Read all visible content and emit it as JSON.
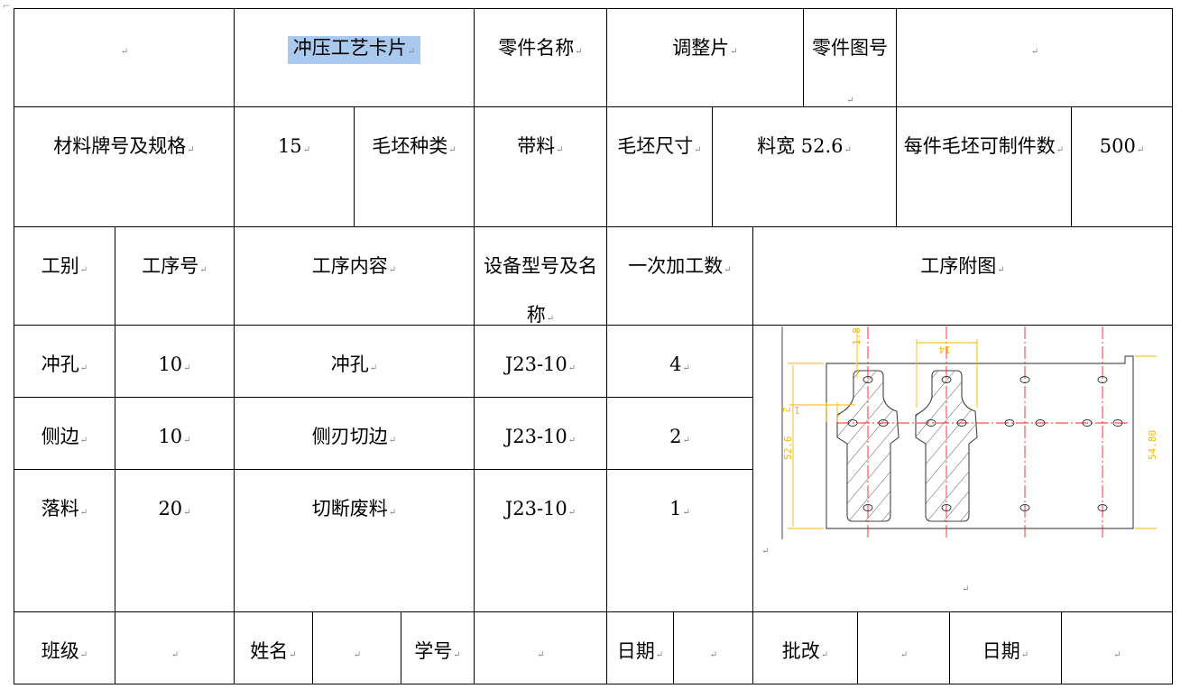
{
  "header": {
    "title": "冲压工艺卡片",
    "part_name_label": "零件名称",
    "part_name": "调整片",
    "drawing_no_label": "零件图号",
    "drawing_no": ""
  },
  "material": {
    "grade_label": "材料牌号及规格",
    "grade": "15",
    "blank_type_label": "毛坯种类",
    "blank_type": "带料",
    "blank_size_label": "毛坯尺寸",
    "blank_size": "料宽 52.6",
    "parts_per_blank_label": "每件毛坯可制件数",
    "parts_per_blank": "500"
  },
  "columns": {
    "type": "工别",
    "seq": "工序号",
    "content": "工序内容",
    "equipment": "设备型号及名称",
    "count": "一次加工数",
    "sketch": "工序附图"
  },
  "operations": [
    {
      "type": "冲孔",
      "seq": "10",
      "content": "冲孔",
      "equipment": "J23-10",
      "count": "4"
    },
    {
      "type": "侧边",
      "seq": "10",
      "content": "侧刃切边",
      "equipment": "J23-10",
      "count": "2"
    },
    {
      "type": "落料",
      "seq": "20",
      "content": "切断废料",
      "equipment": "J23-10",
      "count": "1"
    }
  ],
  "footer": {
    "class_label": "班级",
    "name_label": "姓名",
    "id_label": "学号",
    "date_label": "日期",
    "review_label": "批改",
    "date2_label": "日期"
  },
  "drawing": {
    "dims": [
      "1.8",
      "14",
      "2",
      "1",
      "52.6",
      "54.80"
    ],
    "colors": {
      "outline": "#555555",
      "centerline": "#ff2020",
      "dimension": "#f5b800"
    }
  }
}
